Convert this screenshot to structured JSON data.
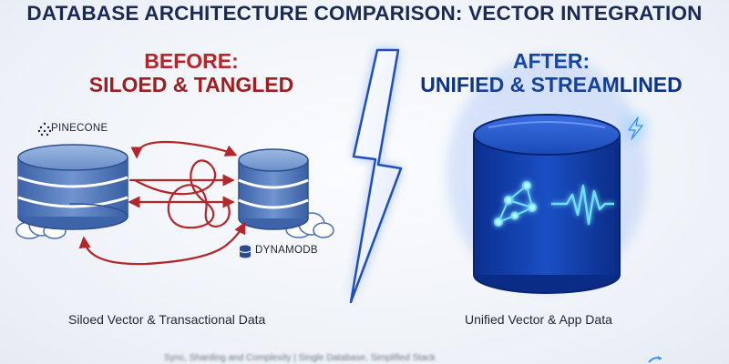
{
  "title": "DATABASE ARCHITECTURE COMPARISON: VECTOR INTEGRATION",
  "before": {
    "heading_line1": "BEFORE:",
    "heading_line2": "SILOED & TANGLED",
    "brand_a": "PINECONE",
    "brand_b": "DYNAMODB",
    "caption": "Siloed Vector & Transactional Data",
    "accent_color": "#b3262a"
  },
  "after": {
    "heading_line1": "AFTER:",
    "heading_line2": "UNIFIED & STREAMLINED",
    "caption": "Unified Vector & App Data",
    "accent_color": "#0e3e9e"
  },
  "footer": {
    "blurred_text": "Sync, Sharding and Complexity | Single Database, Simplified Stack"
  }
}
